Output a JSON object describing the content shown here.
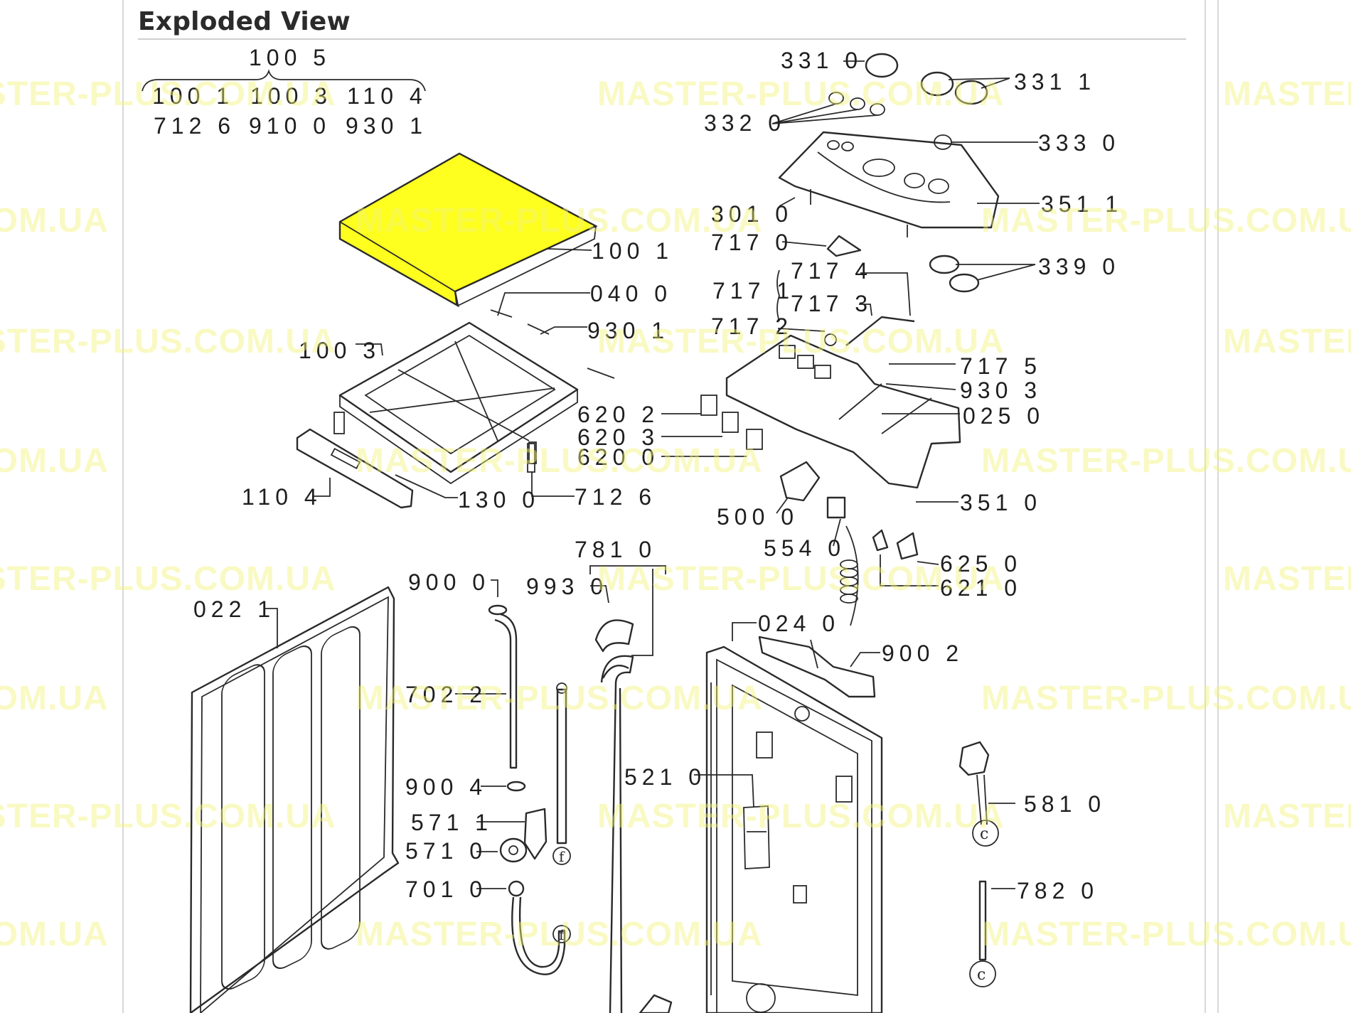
{
  "title": "Exploded View",
  "watermark": "MASTER-PLUS.COM.UA",
  "highlight_color": "#ffff1f",
  "legend": {
    "top": "100 5",
    "rows": [
      [
        "100 1",
        "100 3",
        "110 4"
      ],
      [
        "712 6",
        "910 0",
        "930 1"
      ]
    ]
  },
  "labels": {
    "l331_0": "331 0",
    "l331_1": "331 1",
    "l332_0": "332 0",
    "l333_0": "333 0",
    "l301_0": "301 0",
    "l351_1": "351 1",
    "l717_0": "717 0",
    "l339_0": "339 0",
    "l717_1": "717 1",
    "l717_4": "717 4",
    "l717_3": "717 3",
    "l717_2": "717 2",
    "l717_5": "717 5",
    "l930_3": "930 3",
    "l025_0": "025 0",
    "l100_1": "100 1",
    "l040_0": "040 0",
    "l930_1": "930 1",
    "l100_3": "100 3",
    "l620_2": "620 2",
    "l620_3": "620 3",
    "l620_0": "620 0",
    "l110_4": "110 4",
    "l130_0": "130 0",
    "l712_6": "712 6",
    "l500_0": "500 0",
    "l351_0": "351 0",
    "l554_0": "554 0",
    "l625_0": "625 0",
    "l621_0": "621 0",
    "l781_0": "781 0",
    "l900_0": "900 0",
    "l993_0": "993 0",
    "l022_1": "022 1",
    "l024_0": "024 0",
    "l900_2": "900 2",
    "l702_2": "702 2",
    "l900_4": "900 4",
    "l571_1": "571 1",
    "l571_0": "571 0",
    "l701_0": "701 0",
    "l521_0": "521 0",
    "l581_0": "581 0",
    "l782_0": "782 0"
  },
  "callout_marks": {
    "f": "f",
    "c": "c"
  }
}
